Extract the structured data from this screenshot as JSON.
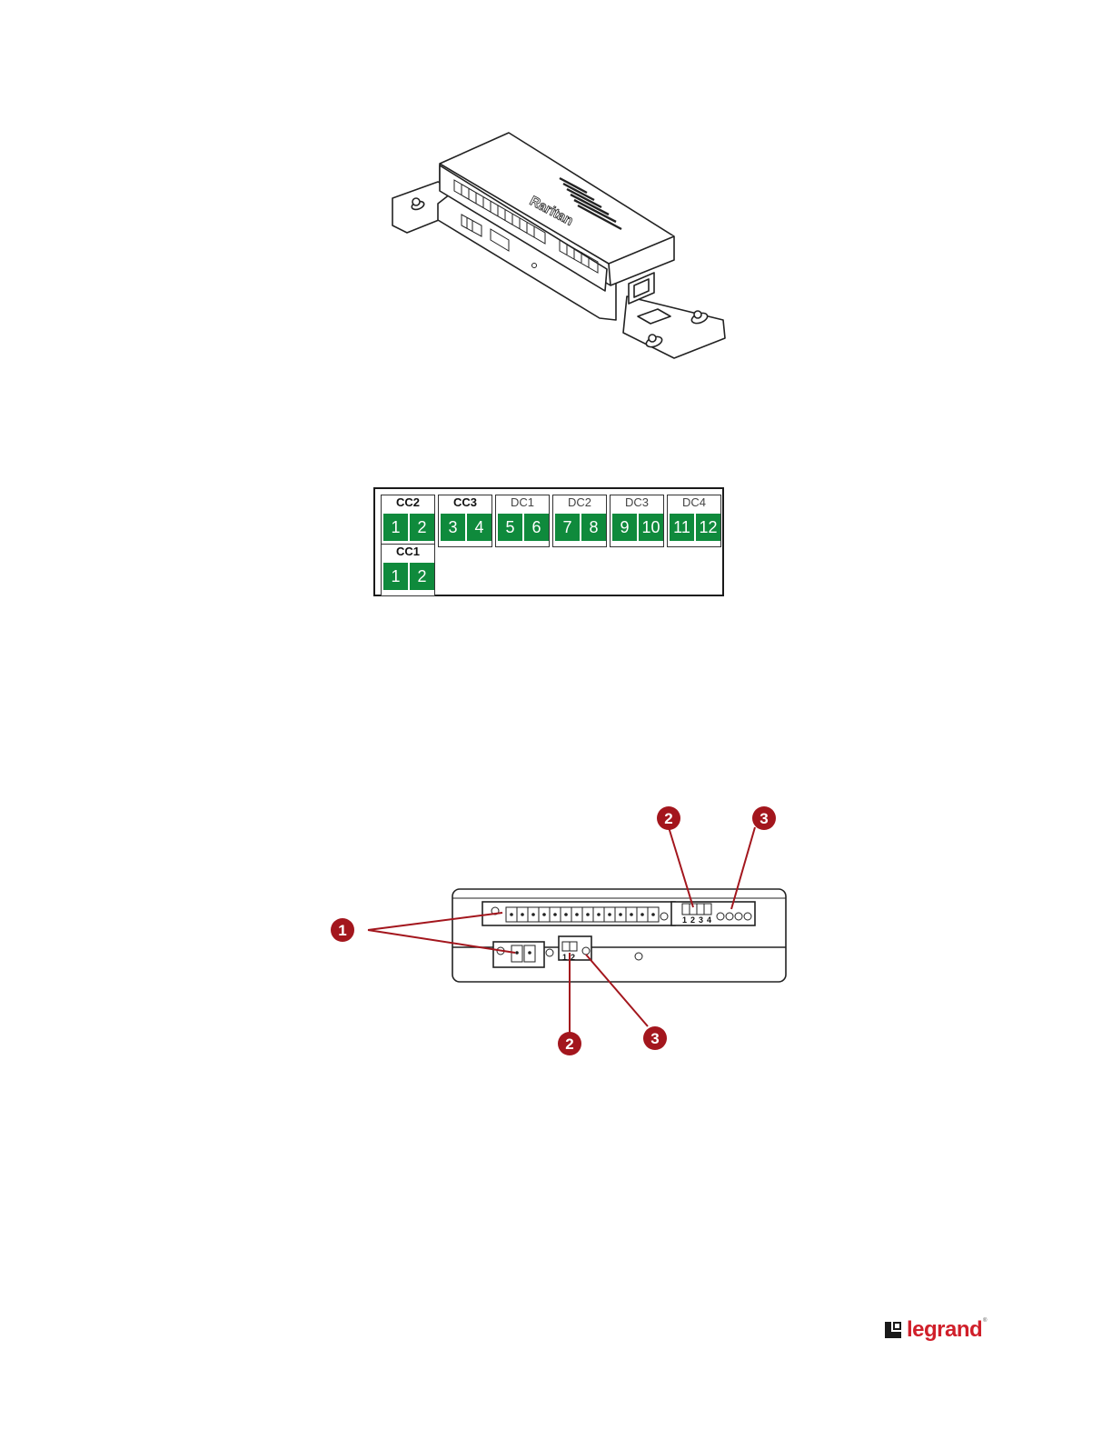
{
  "figure_top": {
    "brand_text": "Raritan"
  },
  "label_panel": {
    "row1": [
      {
        "title": "CC2",
        "bold": true,
        "pins": [
          "1",
          "2"
        ]
      },
      {
        "title": "CC3",
        "bold": true,
        "pins": [
          "3",
          "4"
        ]
      },
      {
        "title": "DC1",
        "bold": false,
        "pins": [
          "5",
          "6"
        ]
      },
      {
        "title": "DC2",
        "bold": false,
        "pins": [
          "7",
          "8"
        ]
      },
      {
        "title": "DC3",
        "bold": false,
        "pins": [
          "9",
          "10"
        ]
      },
      {
        "title": "DC4",
        "bold": false,
        "pins": [
          "11",
          "12"
        ]
      }
    ],
    "row2": [
      {
        "title": "CC1",
        "bold": true,
        "pins": [
          "1",
          "2"
        ]
      }
    ],
    "pin_color": "#0f8a3c"
  },
  "figure_bottom": {
    "callouts": [
      "1",
      "2",
      "3",
      "2",
      "3"
    ],
    "callout_color": "#a3161d",
    "dip_upper_labels": [
      "1",
      "2",
      "3",
      "4"
    ],
    "dip_lower_labels": [
      "1",
      "2"
    ]
  },
  "footer": {
    "logo_text": "legrand",
    "logo_tm": "®",
    "brand_color": "#d01f2a"
  }
}
